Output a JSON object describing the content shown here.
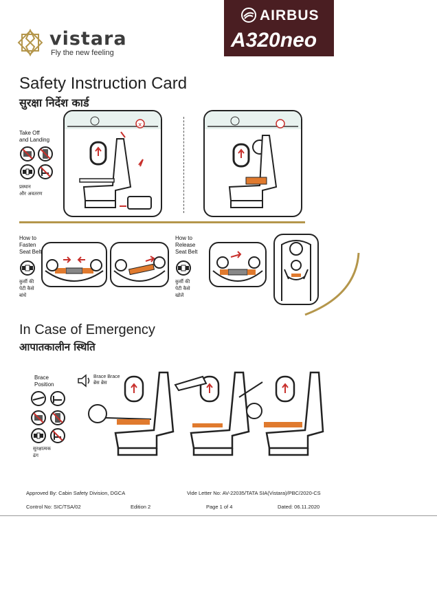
{
  "brand": {
    "name": "vistara",
    "tagline": "Fly the new feeling"
  },
  "aircraft": {
    "maker": "AIRBUS",
    "model": "A320neo"
  },
  "card": {
    "title": "Safety Instruction Card",
    "title_hindi": "सुरक्षा निर्देश कार्ड"
  },
  "takeoff": {
    "label_line1": "Take Off",
    "label_line2": "and Landing",
    "hindi_line1": "प्रस्थान",
    "hindi_line2": "और अवतरण"
  },
  "fasten": {
    "line1": "How to",
    "line2": "Fasten",
    "line3": "Seat Belt",
    "hindi_line1": "कुर्सी की",
    "hindi_line2": "पेटी कैसे",
    "hindi_line3": "बांधें"
  },
  "release": {
    "line1": "How to",
    "line2": "Release",
    "line3": "Seat Belt",
    "hindi_line1": "कुर्सी की",
    "hindi_line2": "पेटी कैसे",
    "hindi_line3": "खोलें"
  },
  "emergency": {
    "title": "In Case of Emergency",
    "title_hindi": "आपातकालीन स्थिति"
  },
  "brace": {
    "line1": "Brace",
    "line2": "Position",
    "hindi_line1": "सुरक्षात्मक",
    "hindi_line2": "ढंग",
    "command": "Brace Brace",
    "command_hindi": "ब्रेस ब्रेस"
  },
  "footer": {
    "approved": "Approved By: Cabin Safety Division, DGCA",
    "vide": "Vide Letter No: AV-22035/TATA SIA(Vistara)/PBC/2020-CS",
    "control": "Control No: SIC/TSA/02",
    "edition": "Edition 2",
    "page": "Page 1 of 4",
    "dated": "Dated: 06.11.2020"
  },
  "colors": {
    "brand_gold": "#b4964b",
    "airbus_bg": "#4a1e22",
    "belt_orange": "#e07a2e",
    "prohibit_red": "#c8302c"
  }
}
